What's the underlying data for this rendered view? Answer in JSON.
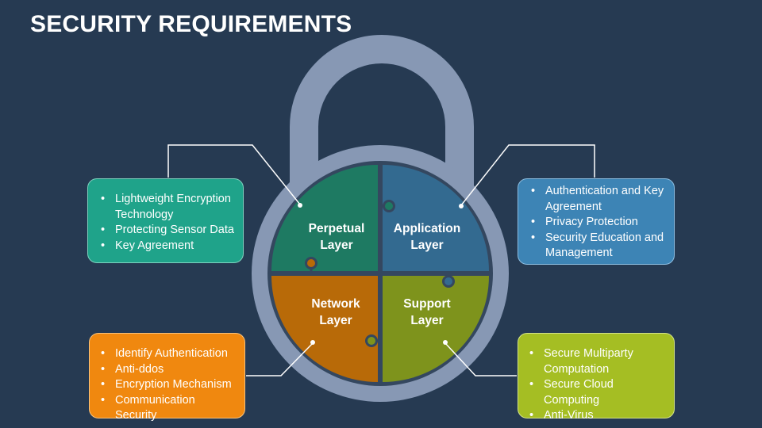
{
  "title": "SECURITY REQUIREMENTS",
  "segments": {
    "perpetual": {
      "line1": "Perpetual",
      "line2": "Layer",
      "color": "#1E7A62"
    },
    "application": {
      "line1": "Application",
      "line2": "Layer",
      "color": "#336A90"
    },
    "network": {
      "line1": "Network",
      "line2": "Layer",
      "color": "#B86A08"
    },
    "support": {
      "line1": "Support",
      "line2": "Layer",
      "color": "#7E931C"
    }
  },
  "boxes": {
    "top_left": {
      "items": [
        "Lightweight Encryption Technology",
        "Protecting Sensor Data",
        "Key Agreement"
      ],
      "color": "#1FA38A"
    },
    "top_right": {
      "items": [
        "Authentication and Key Agreement",
        "Privacy Protection",
        "Security Education and Management"
      ],
      "color": "#3D84B5"
    },
    "bottom_left": {
      "items": [
        "Identify Authentication",
        "Anti-ddos",
        "Encryption Mechanism",
        "Communication Security"
      ],
      "color": "#F0880F"
    },
    "bottom_right": {
      "items": [
        "Secure Multiparty Computation",
        "Secure Cloud Computing",
        "Anti-Virus"
      ],
      "color": "#A5BE23"
    }
  },
  "colors": {
    "background": "#263A52",
    "lock": "#8798B4"
  }
}
